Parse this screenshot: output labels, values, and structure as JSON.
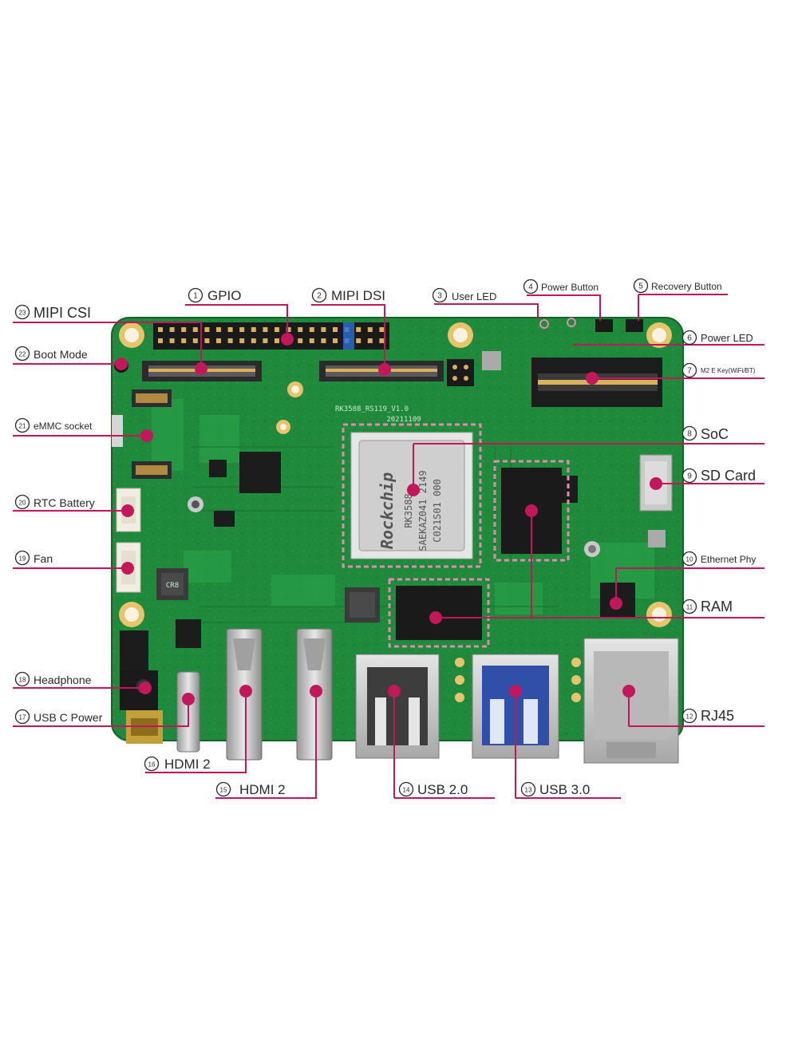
{
  "colors": {
    "accent": "#c2185b",
    "pcb": "#1f8a3c",
    "pcb_dark": "#17702f",
    "gold": "#e8c36a",
    "chip": "#1c1c1c",
    "metal": "#c9c9c9"
  },
  "board": {
    "silkscreen_model": "RK3588_RS119_V1.0",
    "silkscreen_date": "20211109",
    "inductor_mark": "CR8"
  },
  "soc_chip": {
    "brand": "Rockchip",
    "line1": "RK3588",
    "line2": "SAEKAZ041 2149",
    "line3": "C021S01 000"
  },
  "callouts": [
    {
      "id": "gpio",
      "number": "1",
      "label": "GPIO"
    },
    {
      "id": "mipi-dsi",
      "number": "2",
      "label": "MIPI DSI"
    },
    {
      "id": "user-led",
      "number": "3",
      "label": "User LED"
    },
    {
      "id": "power-button",
      "number": "4",
      "label": "Power Button"
    },
    {
      "id": "recovery-button",
      "number": "5",
      "label": "Recovery Button"
    },
    {
      "id": "power-led",
      "number": "6",
      "label": "Power LED"
    },
    {
      "id": "m2-e-key",
      "number": "7",
      "label": "M2 E Key(WiFi/BT)"
    },
    {
      "id": "soc",
      "number": "8",
      "label": "SoC"
    },
    {
      "id": "sd-card",
      "number": "9",
      "label": "SD Card"
    },
    {
      "id": "ethernet-phy",
      "number": "10",
      "label": "Ethernet Phy"
    },
    {
      "id": "ram",
      "number": "11",
      "label": "RAM"
    },
    {
      "id": "rj45",
      "number": "12",
      "label": "RJ45"
    },
    {
      "id": "usb-3",
      "number": "13",
      "label": "USB 3.0"
    },
    {
      "id": "usb-2",
      "number": "14",
      "label": "USB 2.0"
    },
    {
      "id": "hdmi-15",
      "number": "15",
      "label": "HDMI 2"
    },
    {
      "id": "hdmi-16",
      "number": "16",
      "label": "HDMI 2"
    },
    {
      "id": "usb-c-power",
      "number": "17",
      "label": "USB C Power"
    },
    {
      "id": "headphone",
      "number": "18",
      "label": "Headphone"
    },
    {
      "id": "fan",
      "number": "19",
      "label": "Fan"
    },
    {
      "id": "rtc-battery",
      "number": "20",
      "label": "RTC Battery"
    },
    {
      "id": "emmc-socket",
      "number": "21",
      "label": "eMMC socket"
    },
    {
      "id": "boot-mode",
      "number": "22",
      "label": "Boot Mode"
    },
    {
      "id": "mipi-csi",
      "number": "23",
      "label": "MIPI CSI"
    }
  ]
}
